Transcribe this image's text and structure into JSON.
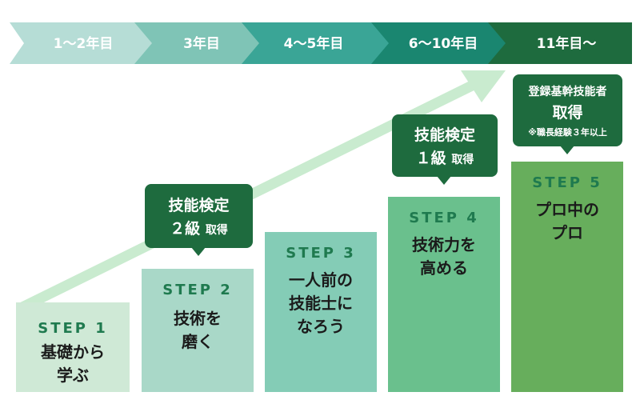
{
  "timeline": [
    {
      "label": "1〜2年目",
      "color": "#b6ddd6"
    },
    {
      "label": "3年目",
      "color": "#7fc4b6"
    },
    {
      "label": "4〜5年目",
      "color": "#3aa596"
    },
    {
      "label": "6〜10年目",
      "color": "#1a8670"
    },
    {
      "label": "11年目〜",
      "color": "#1e6b3e"
    }
  ],
  "steps": [
    {
      "label": "STEP 1",
      "line1": "基礎から",
      "line2": "学ぶ",
      "color": "#cfe9d6"
    },
    {
      "label": "STEP 2",
      "line1": "技術を",
      "line2": "磨く",
      "color": "#a9d8c8"
    },
    {
      "label": "STEP 3",
      "line1": "一人前の",
      "line2": "技能士に",
      "line3": "なろう",
      "color": "#84ccb6"
    },
    {
      "label": "STEP 4",
      "line1": "技術力を",
      "line2": "高める",
      "color": "#6ac08d"
    },
    {
      "label": "STEP 5",
      "line1": "プロ中の",
      "line2": "プロ",
      "color": "#67ae5c"
    }
  ],
  "bubbles": {
    "b2": {
      "line1": "技能検定",
      "line2_main": "２級",
      "line2_small": "取得"
    },
    "b4": {
      "line1": "技能検定",
      "line2_main": "１級",
      "line2_small": "取得"
    },
    "b5": {
      "line1": "登録基幹技能者",
      "line2": "取得",
      "line3": "※職長経験３年以上"
    }
  },
  "colors": {
    "arrow": "#c9ebcf",
    "bubble": "#1e6b3e",
    "step_label": "#1f7a4f"
  }
}
